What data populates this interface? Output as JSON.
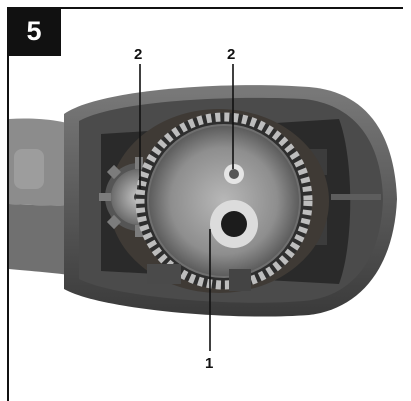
{
  "figure": {
    "number": "5",
    "callouts": [
      {
        "label": "2"
      },
      {
        "label": "2"
      },
      {
        "label": "1"
      }
    ]
  }
}
